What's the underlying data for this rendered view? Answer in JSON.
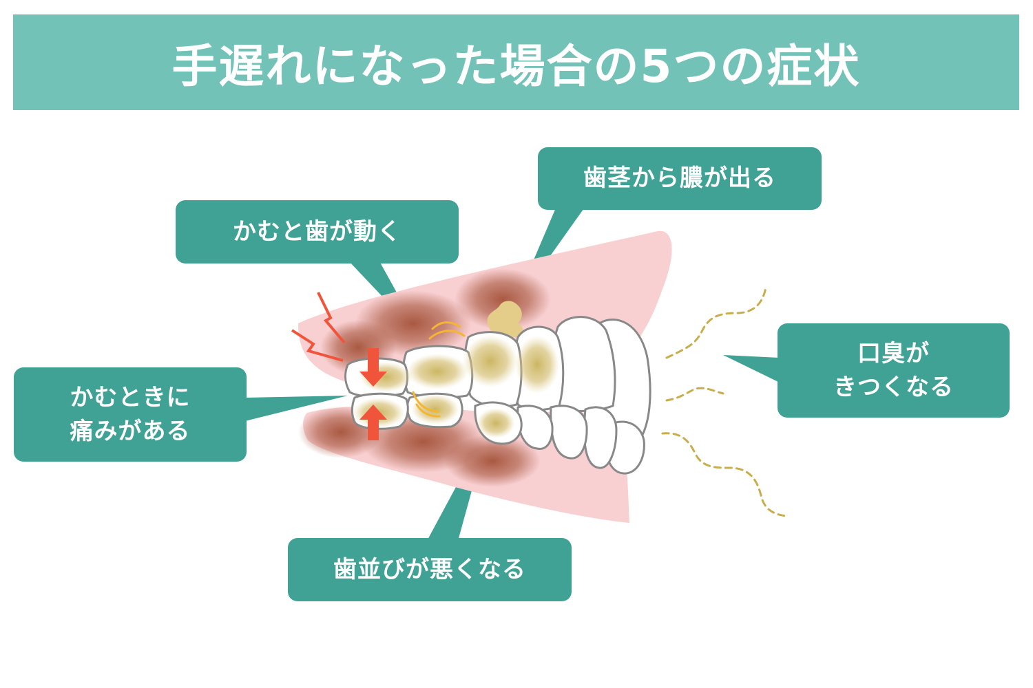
{
  "title": "手遅れになった場合の5つの症状",
  "callouts": {
    "gum_pus": "歯茎から膿が出る",
    "tooth_moves": "かむと歯が動く",
    "pain_when_biting": [
      "かむときに",
      "痛みがある"
    ],
    "bad_breath": [
      "口臭が",
      "きつくなる"
    ],
    "misalignment": "歯並びが悪くなる"
  },
  "colors": {
    "header": "#73c2b7",
    "callout": "#3fa295",
    "gum": "#f9d0d2",
    "inflammation": "#a5533a",
    "plaque": "#cfb863",
    "pain_arrow": "#f0553b",
    "odor": "#c8ad4b"
  }
}
